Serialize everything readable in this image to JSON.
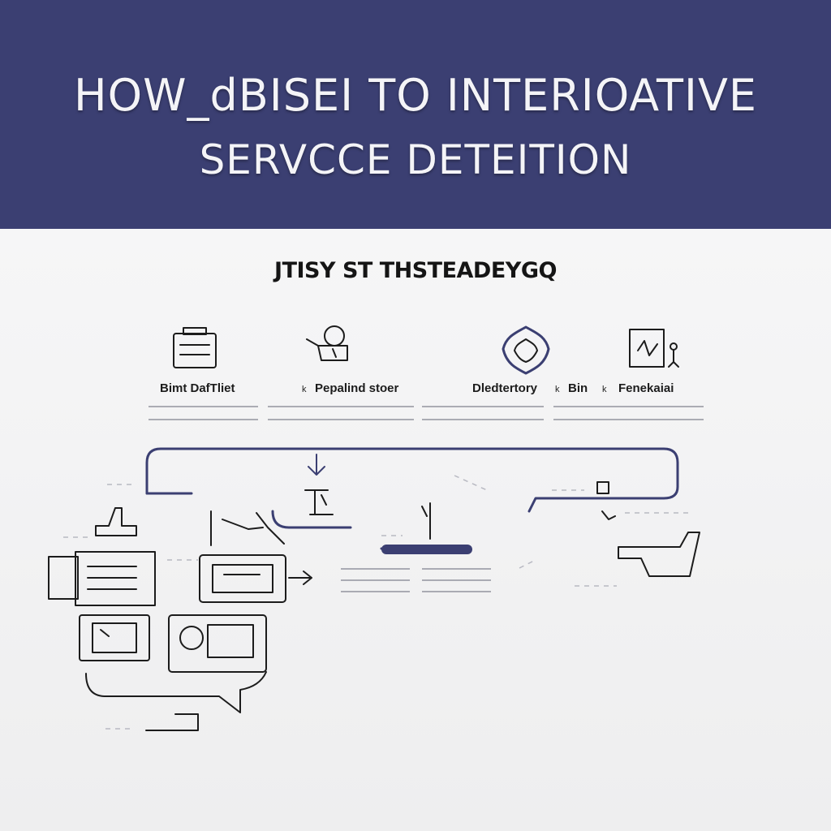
{
  "banner": {
    "title_line1": "HOW_dBISEI TO INTERIOATIVE",
    "title_line2": "SERVCCE DETEITION"
  },
  "subtitle": "JTISY ST THSTEADEYGQ",
  "steps": [
    {
      "label": "Bimt DafTliet",
      "icon": "briefcase-icon"
    },
    {
      "label": "Pepalind stoer",
      "icon": "person-desk-icon"
    },
    {
      "label": "Dledtertory",
      "icon": "shield-icon"
    },
    {
      "label": "Bin",
      "icon": "document-icon"
    },
    {
      "label": "Fenekaiai",
      "icon": "worker-board-icon"
    }
  ],
  "step_separators": [
    "k",
    "k",
    "k"
  ],
  "colors": {
    "banner": "#3b3f72",
    "line": "#3b3f72",
    "stroke": "#1c1c1c",
    "background": "#f3f3f4"
  }
}
